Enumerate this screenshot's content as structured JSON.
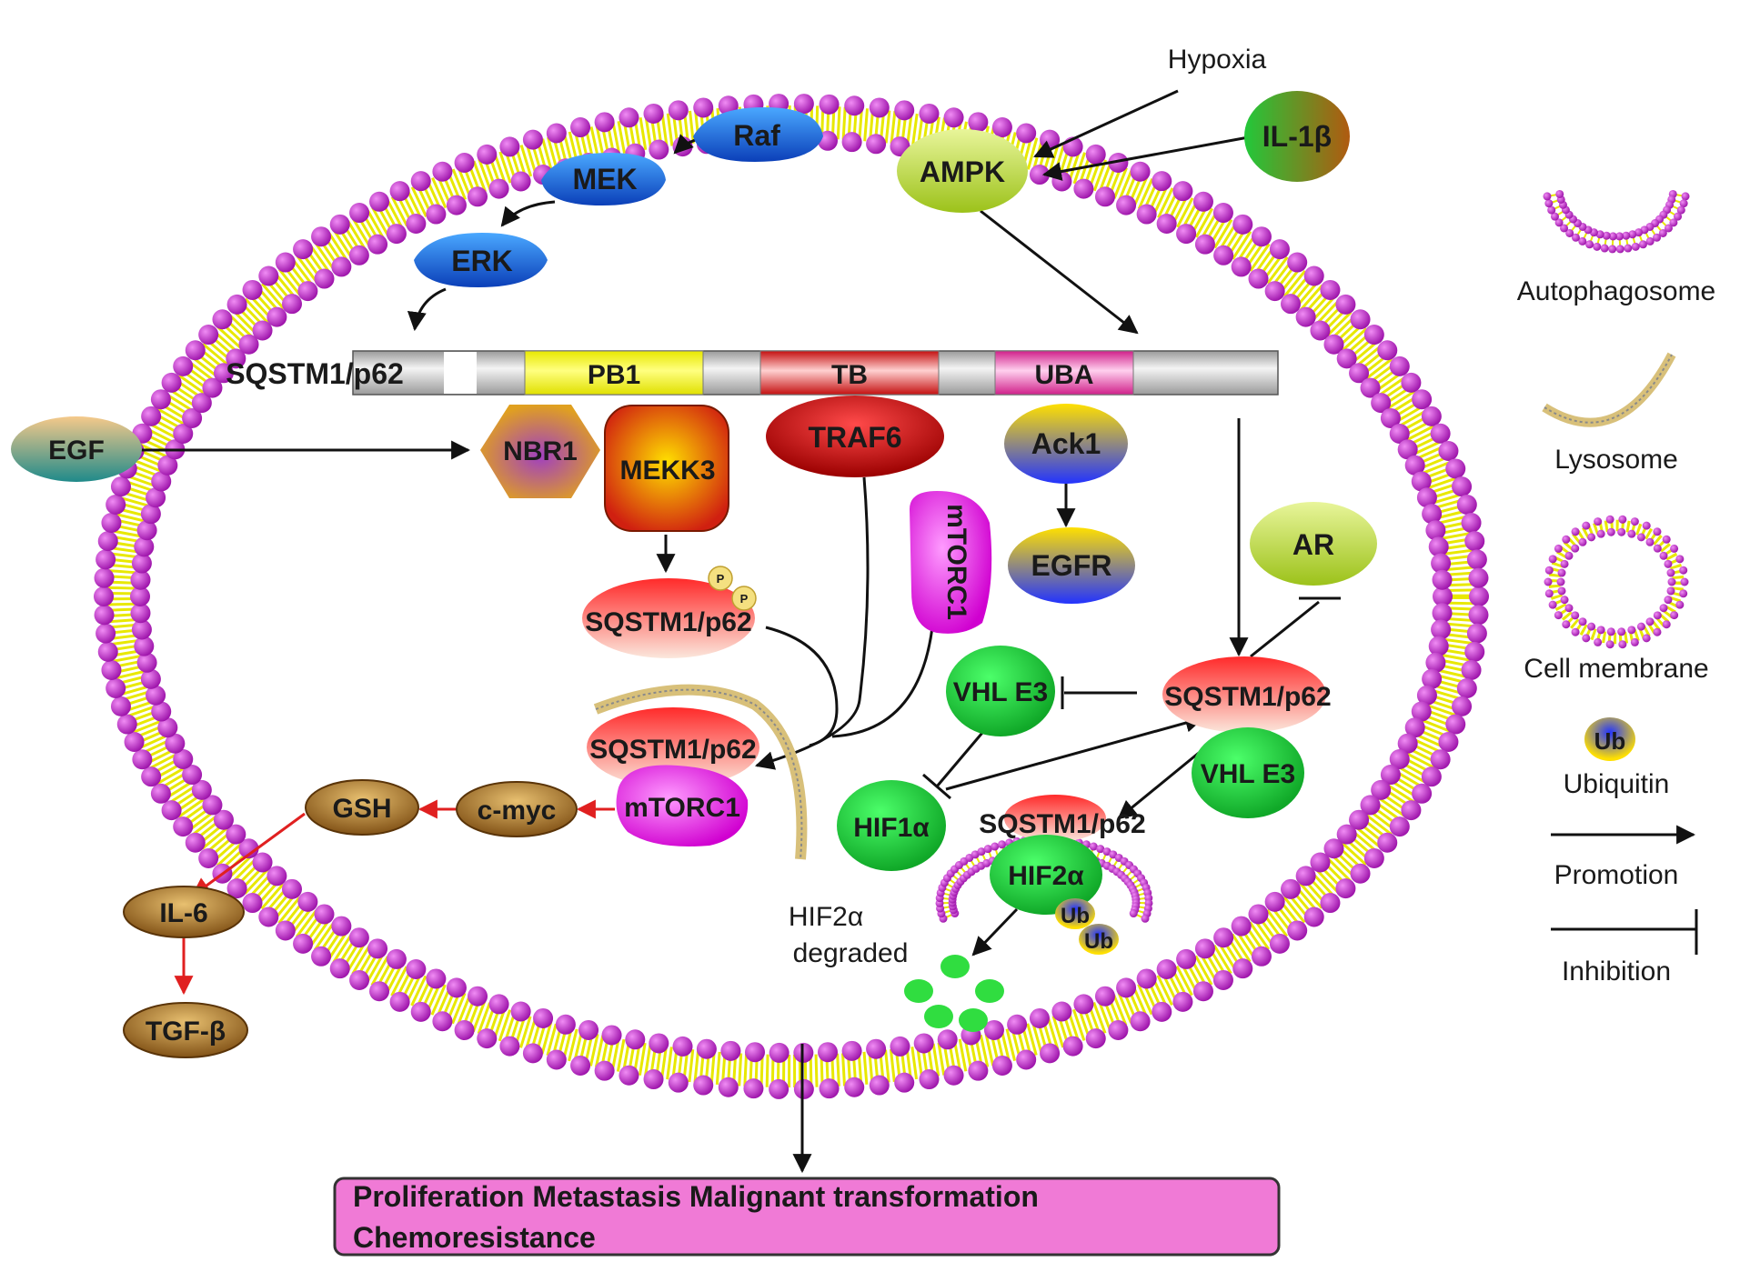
{
  "signals": {
    "hypoxia": "Hypoxia",
    "il1b": "IL-1β",
    "ampk": "AMPK",
    "raf": "Raf",
    "mek": "MEK",
    "erk": "ERK",
    "egf": "EGF"
  },
  "p62_domain_bar": {
    "label": "SQSTM1/p62",
    "pb1": "PB1",
    "tb": "TB",
    "uba": "UBA"
  },
  "binders": {
    "nbr1": "NBR1",
    "mekk3": "MEKK3",
    "traf6": "TRAF6",
    "ack1": "Ack1",
    "egfr": "EGFR",
    "mtorc1_vertical": "mTORC1",
    "ar": "AR"
  },
  "complexes": {
    "p62_phospho": "SQSTM1/p62",
    "phospho_mark": "P",
    "p62_lysosome": "SQSTM1/p62",
    "mtorc1": "mTORC1",
    "p62_right": "SQSTM1/p62",
    "vhl_e3_top": "VHL E3",
    "vhl_e3_bottom": "VHL E3",
    "hif1a": "HIF1α",
    "p62_autophagosome": "SQSTM1/p62",
    "hif2a": "HIF2α",
    "ub": "Ub",
    "hif2a_degraded_line1": "HIF2α",
    "hif2a_degraded_line2": "degraded"
  },
  "downstream": {
    "c_myc": "c-myc",
    "gsh": "GSH",
    "il6": "IL-6",
    "tgfb": "TGF-β"
  },
  "outcomes": {
    "line1": "Proliferation  Metastasis Malignant transformation",
    "line2": "Chemoresistance"
  },
  "legend": {
    "autophagosome": "Autophagosome",
    "lysosome": "Lysosome",
    "cell_membrane": "Cell membrane",
    "ubiquitin_mark": "Ub",
    "ubiquitin": "Ubiquitin",
    "promotion": "Promotion",
    "inhibition": "Inhibition"
  },
  "colors": {
    "membrane_head": "#c02cc8",
    "membrane_tail": "#e8e800",
    "arrow": "#111111",
    "red_arrow": "#e02020",
    "outcome_box": "#f07ad6"
  }
}
